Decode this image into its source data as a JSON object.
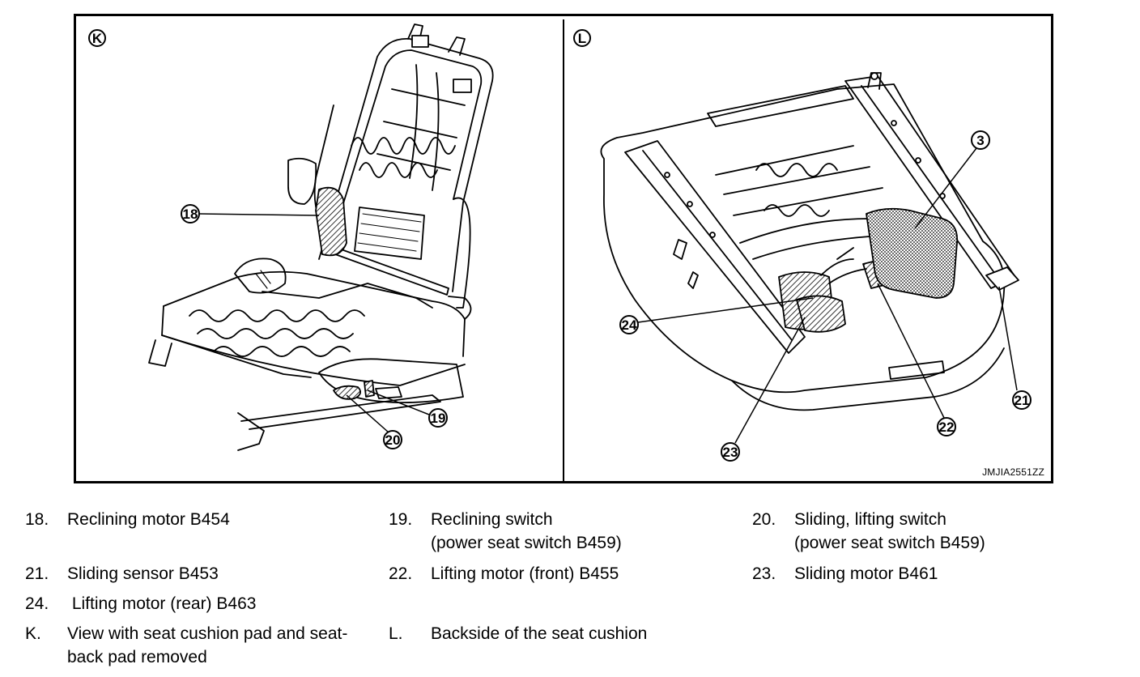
{
  "panels": {
    "left": {
      "letter": "K"
    },
    "right": {
      "letter": "L"
    }
  },
  "figure_id": "JMJIA2551ZZ",
  "callouts": {
    "c18": "18",
    "c19": "19",
    "c20": "20",
    "c3": "3",
    "c24": "24",
    "c21": "21",
    "c22": "22",
    "c23": "23"
  },
  "legend": [
    {
      "num": "18.",
      "line1": "Reclining motor B454",
      "line2": ""
    },
    {
      "num": "19.",
      "line1": "Reclining switch",
      "line2": "(power seat switch B459)"
    },
    {
      "num": "20.",
      "line1": "Sliding, lifting switch",
      "line2": "(power seat switch B459)"
    },
    {
      "num": "21.",
      "line1": "Sliding sensor B453",
      "line2": ""
    },
    {
      "num": "22.",
      "line1": "Lifting motor (front) B455",
      "line2": ""
    },
    {
      "num": "23.",
      "line1": "Sliding motor B461",
      "line2": ""
    },
    {
      "num": "24.",
      "line1": " Lifting motor (rear) B463",
      "line2": ""
    },
    {
      "num": "K.",
      "line1": "View with seat cushion pad and seat-",
      "line2": "back pad removed"
    },
    {
      "num": "L.",
      "line1": "Backside of the seat cushion",
      "line2": ""
    }
  ]
}
